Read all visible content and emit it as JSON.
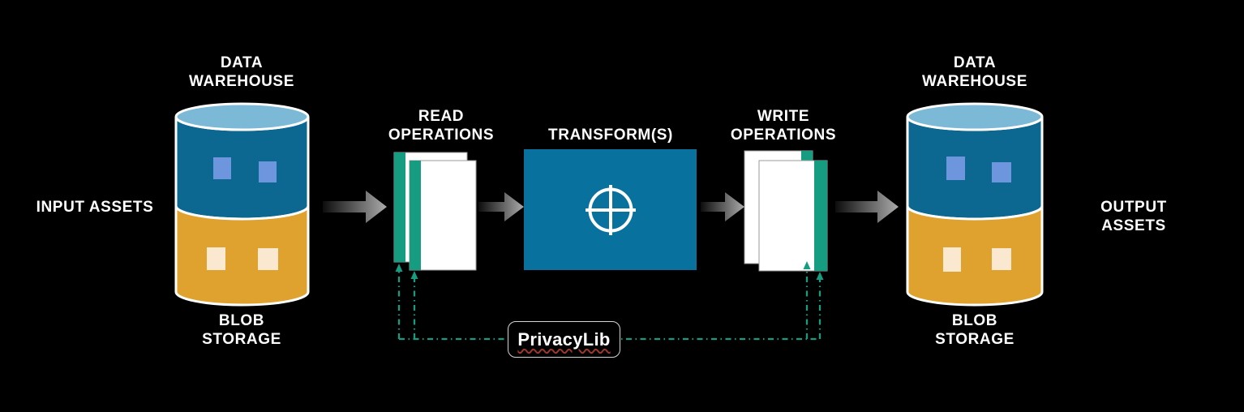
{
  "colors": {
    "background": "#000000",
    "warehouse_blue": "#0c6890",
    "warehouse_lid": "#7cb9d6",
    "blob_orange": "#e0a22e",
    "table_square": "#6e96df",
    "file_square": "#fae8d0",
    "privacy_teal": "#169c81",
    "transform_blue": "#09719e",
    "page_white": "#ffffff"
  },
  "input_store": {
    "side_label": "INPUT ASSETS",
    "warehouse_label": "DATA\nWAREHOUSE",
    "blob_label": "BLOB\nSTORAGE"
  },
  "output_store": {
    "side_label": "OUTPUT ASSETS",
    "warehouse_label": "DATA\nWAREHOUSE",
    "blob_label": "BLOB\nSTORAGE"
  },
  "stages": {
    "read": {
      "label": "READ\nOPERATIONS"
    },
    "transform": {
      "label": "TRANSFORM(S)"
    },
    "write": {
      "label": "WRITE\nOPERATIONS"
    }
  },
  "privacy_lib": {
    "label": "PrivacyLib"
  }
}
